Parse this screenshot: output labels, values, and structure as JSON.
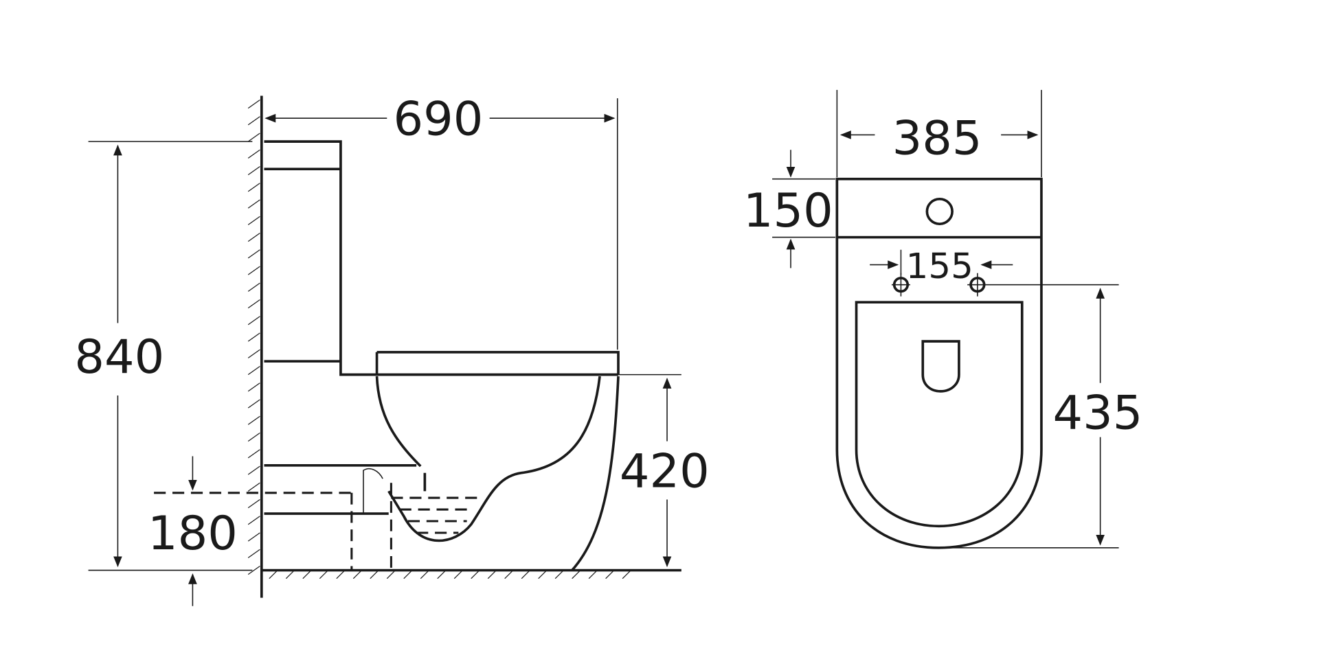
{
  "side_view": {
    "depth_label": "690",
    "height_label": "840",
    "seat_height_label": "420",
    "outlet_height_label": "180"
  },
  "top_view": {
    "width_label": "385",
    "tank_depth_label": "150",
    "hinge_spacing_label": "155",
    "bowl_length_label": "435"
  }
}
